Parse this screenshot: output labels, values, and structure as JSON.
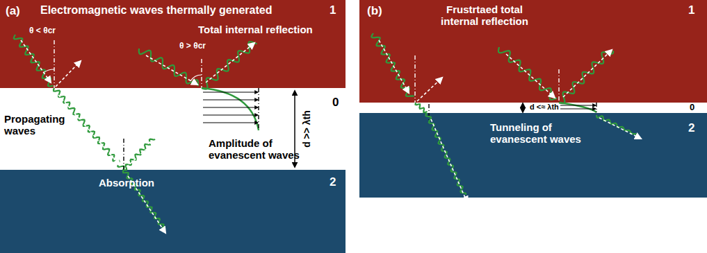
{
  "diagram": {
    "nodes": [
      {
        "text": [
          "(a)",
          "Electromagnetic waves thermally generated",
          "θ < θcr",
          "Total internal reflection",
          "θ > θcr",
          "1"
        ]
      },
      {
        "text": [
          "Absorption",
          "2"
        ]
      },
      {
        "text": [
          "(b)",
          "Frustrtaed total internal reflection",
          "1"
        ]
      },
      {
        "text": [
          "Tunneling of evanescent waves",
          "2"
        ]
      }
    ],
    "labels": [
      "Propagating waves",
      "0",
      "Amplitude of evanescent waves",
      "d >> λth",
      "0",
      "d <≈ λth"
    ]
  }
}
